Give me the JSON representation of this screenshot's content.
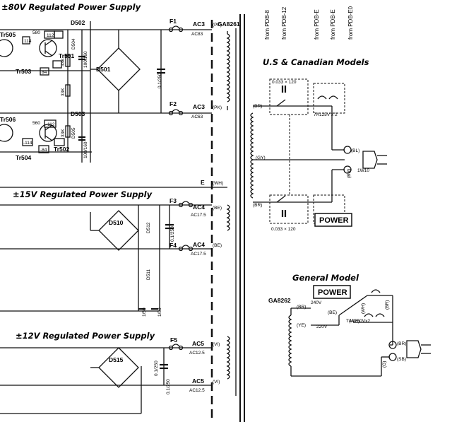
{
  "sections": {
    "v80": "±80V Regulated Power Supply",
    "v15": "±15V Regulated Power Supply",
    "v12": "±12V Regulated Power Supply",
    "us_canadian": "U.S & Canadian Models",
    "general": "General Model"
  },
  "transformers": {
    "main": "GA8261",
    "general": "GA8262"
  },
  "fuses": {
    "f1": "F1",
    "f2": "F2",
    "f3": "F3",
    "f4": "F4",
    "f5": "F5",
    "mains_us": "7A125V x 2",
    "mains_gen": "T4A250Vx2"
  },
  "ac_points": {
    "ac3_top": "AC3",
    "ac3_top_sub": "AC83",
    "ac3_top_col": "(PK)",
    "ac3_bot": "AC3",
    "ac3_bot_sub": "AC63",
    "ac3_bot_col": "(PK)",
    "e": "E",
    "e_col": "(WH)",
    "ac4_top": "AC4",
    "ac4_top_sub": "AC17.5",
    "ac4_top_col": "(BE)",
    "ac4_bot": "AC4",
    "ac4_bot_sub": "AC17.5",
    "ac4_bot_col": "(BE)",
    "ac5_top": "AC5",
    "ac5_top_sub": "AC12.5",
    "ac5_top_col": "(VI)",
    "ac5_bot": "AC5",
    "ac5_bot_sub": "AC12.5",
    "ac5_bot_col": "(VI)"
  },
  "diodes": {
    "d501": "D501",
    "d502": "D502",
    "d503": "D503",
    "d504": "D504",
    "d505": "D505",
    "d510": "D510",
    "d511": "D511",
    "d512": "D512",
    "d515": "D515"
  },
  "transistors": {
    "tr501": "Tr501",
    "tr502": "Tr502",
    "tr503": "Tr503",
    "tr504": "Tr504",
    "tr505": "Tr505",
    "tr506": "Tr506"
  },
  "node_labels": [
    "114",
    "112",
    "580",
    "84",
    "-112",
    "-84",
    "-114",
    "560"
  ],
  "resistors": {
    "r33k_a": "33K",
    "r33k_b": "33K",
    "r33k_c": "33K"
  },
  "caps": {
    "c1": "0.1/250",
    "c2": "0.1/250",
    "c3": "0.1/250",
    "c4": "0.1/250",
    "c5": "100/160",
    "c6": "100/160",
    "c7": "1/50",
    "c8": "1/50",
    "us_top": "0.033 × 120",
    "us_bot": "0.033 × 120"
  },
  "from_labels": [
    "from PDB-8",
    "from PDB-12",
    "from PDB-E",
    "from PDB-E",
    "from PDB-E0"
  ],
  "wire_colors": {
    "br1": "(BR)",
    "gy": "(GY)",
    "br2": "(BR)",
    "bl": "(BL)",
    "br3": "(BR)",
    "wh": "(WH)",
    "be": "(BE)",
    "ye": "(YE)",
    "br_g1": "(BR)",
    "br_g2": "(BR)",
    "sb": "(SB)",
    "br_g3": "(BR)",
    "wh_g": "(WH)"
  },
  "mains": {
    "v240": "240V",
    "v220": "220V",
    "power_us": "POWER",
    "power_gen": "POWER",
    "plug_us": "1W10",
    "plug_gen": "(G)"
  }
}
